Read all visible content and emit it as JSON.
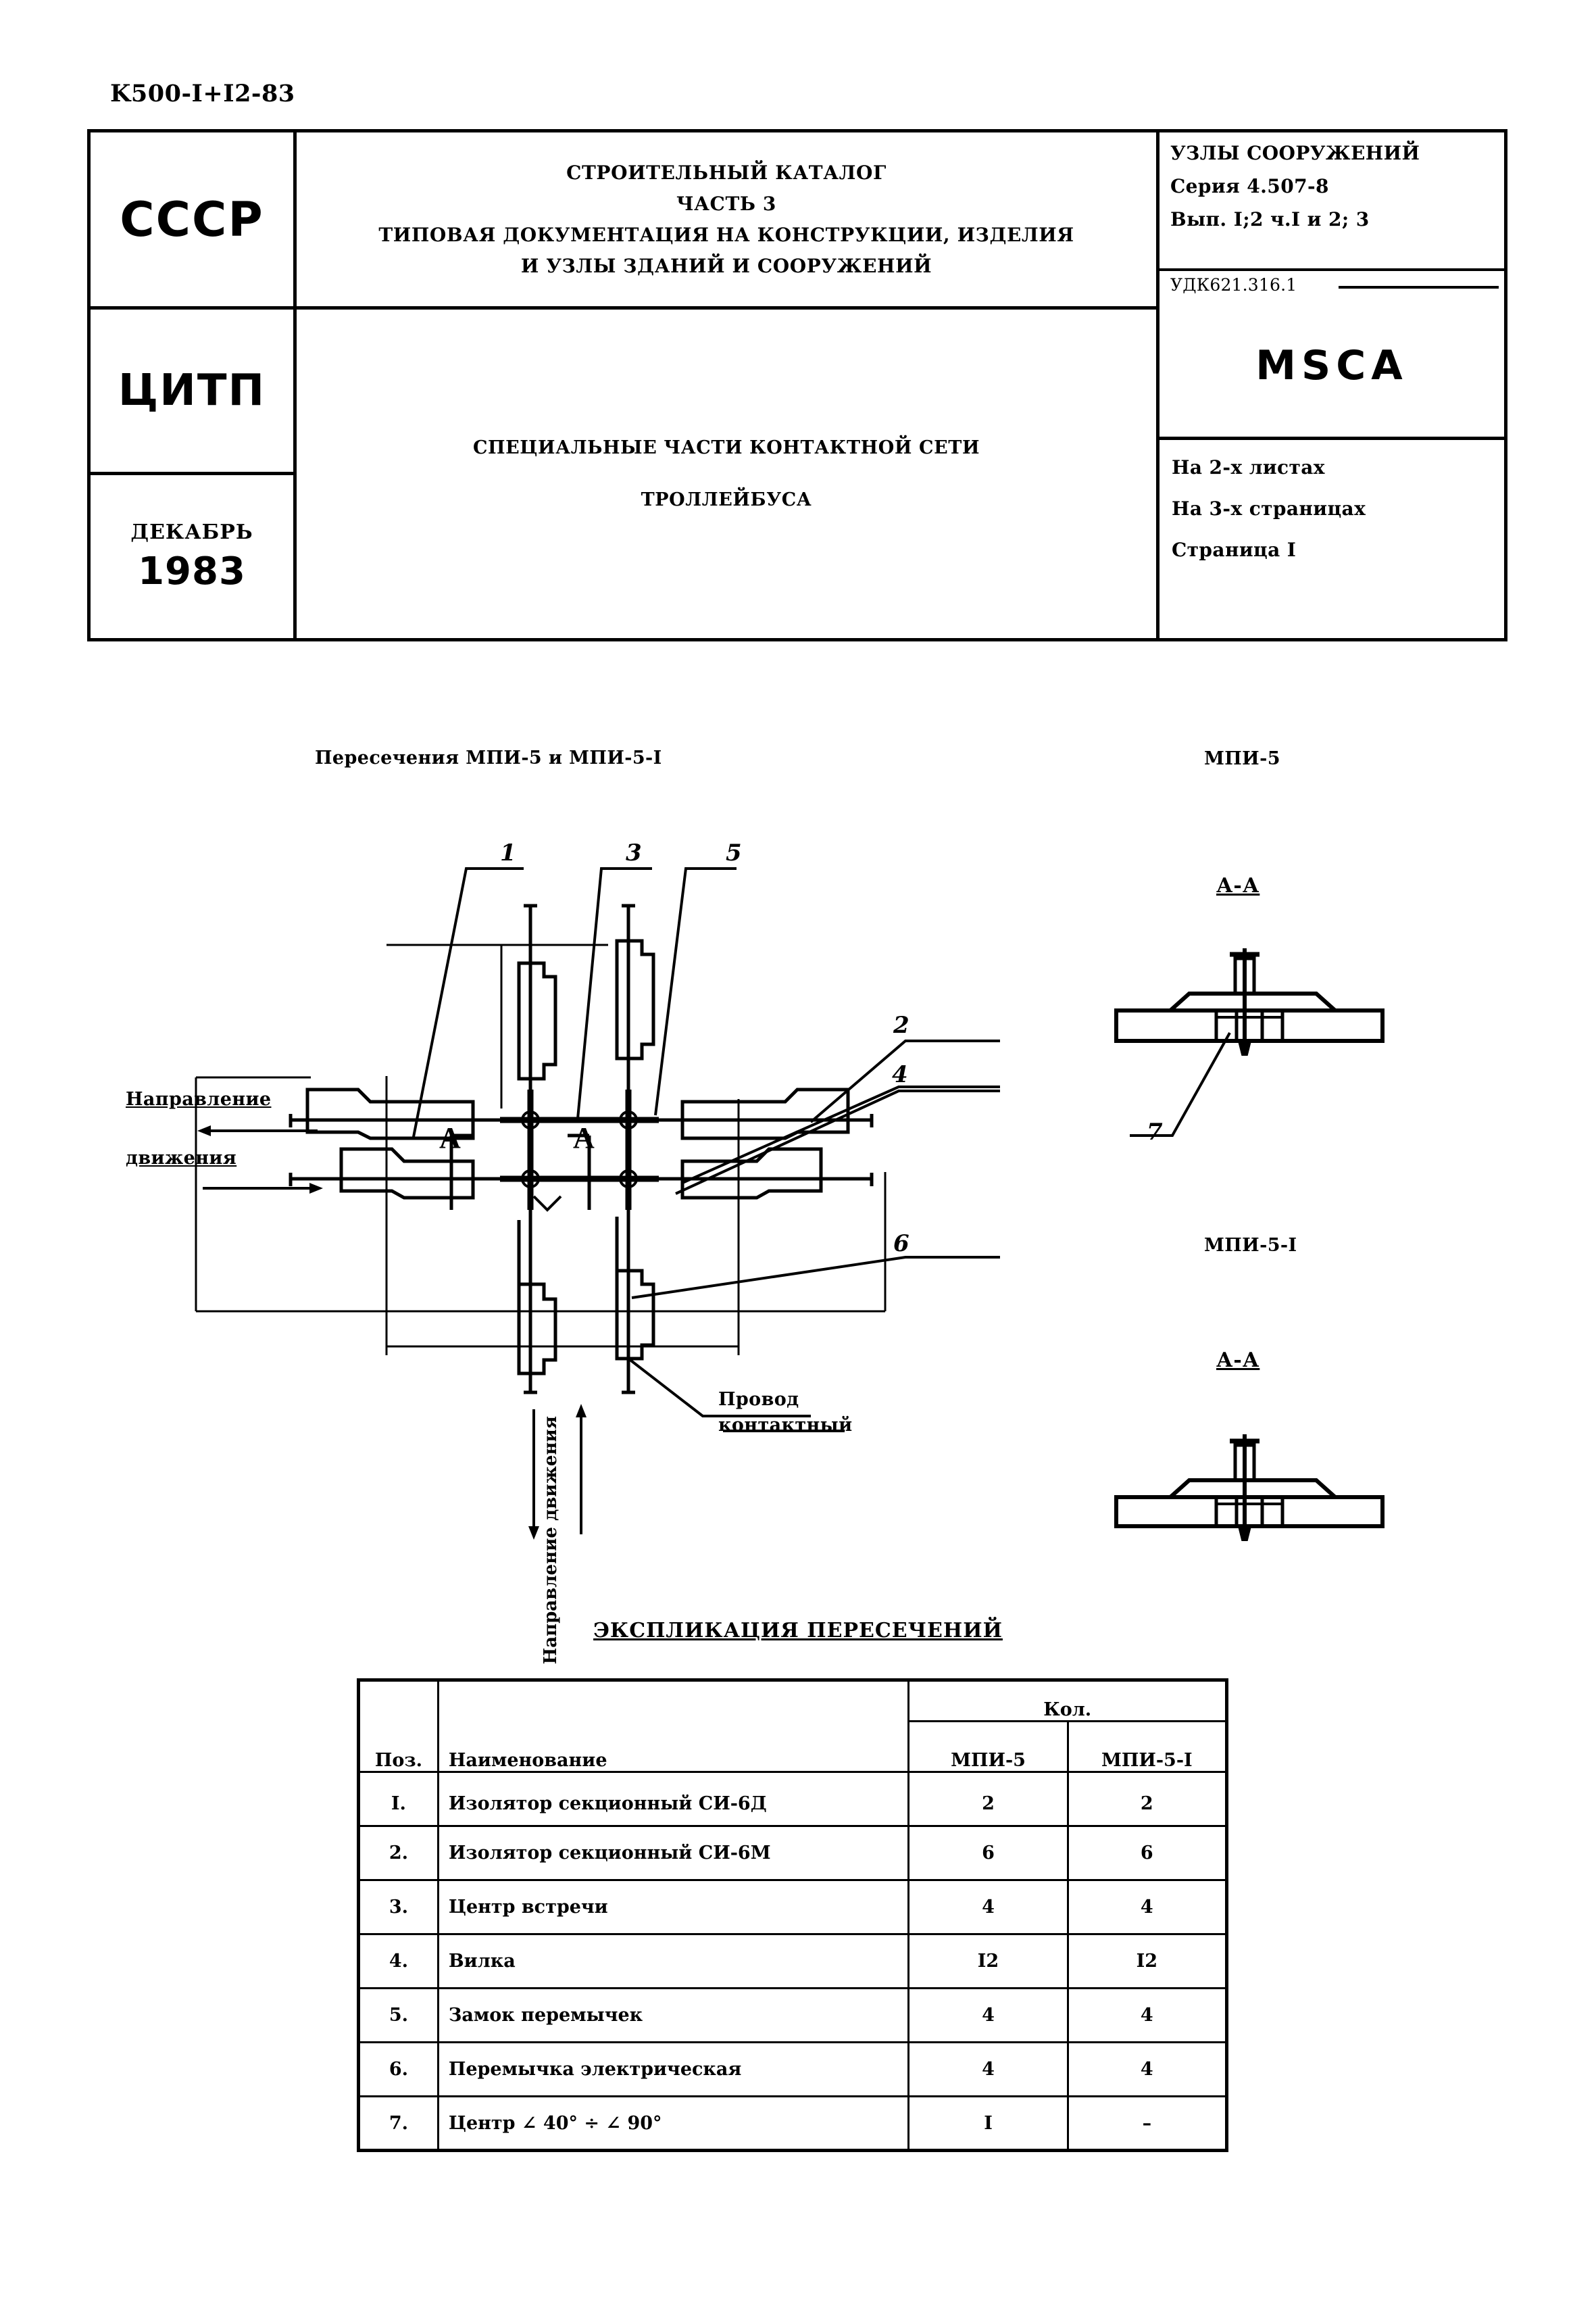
{
  "doc_code": "K500-I+I2-83",
  "title_block": {
    "country_emblem": "СССР",
    "org_emblem": "ЦИТП",
    "date_month": "ДЕКАБРЬ",
    "date_year": "1983",
    "catalog_lines": [
      "СТРОИТЕЛЬНЫЙ КАТАЛОГ",
      "ЧАСТЬ 3",
      "ТИПОВАЯ ДОКУМЕНТАЦИЯ НА КОНСТРУКЦИИ, ИЗДЕЛИЯ",
      "И УЗЛЫ ЗДАНИЙ И СООРУЖЕНИЙ"
    ],
    "subject_lines": [
      "СПЕЦИАЛЬНЫЕ ЧАСТИ КОНТАКТНОЙ СЕТИ",
      "ТРОЛЛЕЙБУСА"
    ],
    "series_lines": [
      "УЗЛЫ СООРУЖЕНИЙ",
      "Серия 4.507-8",
      "Вып. I;2  ч.I и 2; 3"
    ],
    "udk": "УДК621.316.1",
    "msca": "MSCA",
    "sheets": [
      "На 2-х листах",
      "На 3-х страницах",
      "Страница I"
    ]
  },
  "drawing": {
    "plan_title": "Пересечения МПИ-5 и МПИ-5-I",
    "direction_label_line1": "Направление",
    "direction_label_line2": "движения",
    "direction_label_vertical": "Направление движения",
    "wire_label_line1": "Провод",
    "wire_label_line2": "контактный",
    "section_mark": "А",
    "callouts": [
      "1",
      "3",
      "5",
      "2",
      "4",
      "6",
      "7"
    ],
    "right_views": [
      {
        "name": "МПИ-5",
        "section": "А-А",
        "callout": "7"
      },
      {
        "name": "МПИ-5-I",
        "section": "А-А"
      }
    ]
  },
  "spec_table": {
    "title": "ЭКСПЛИКАЦИЯ ПЕРЕСЕЧЕНИЙ",
    "headers": {
      "pos": "Поз.",
      "name": "Наименование",
      "qty_group": "Кол.",
      "qty_a": "МПИ-5",
      "qty_b": "МПИ-5-I"
    },
    "rows": [
      {
        "pos": "I.",
        "name": "Изолятор секционный СИ-6Д",
        "qty_a": "2",
        "qty_b": "2"
      },
      {
        "pos": "2.",
        "name": "Изолятор секционный СИ-6М",
        "qty_a": "6",
        "qty_b": "6"
      },
      {
        "pos": "3.",
        "name": "Центр встречи",
        "qty_a": "4",
        "qty_b": "4"
      },
      {
        "pos": "4.",
        "name": "Вилка",
        "qty_a": "I2",
        "qty_b": "I2"
      },
      {
        "pos": "5.",
        "name": "Замок перемычек",
        "qty_a": "4",
        "qty_b": "4"
      },
      {
        "pos": "6.",
        "name": "Перемычка электрическая",
        "qty_a": "4",
        "qty_b": "4"
      },
      {
        "pos": "7.",
        "name": "Центр ∠ 40° ÷ ∠ 90°",
        "qty_a": "I",
        "qty_b": "–"
      }
    ]
  }
}
